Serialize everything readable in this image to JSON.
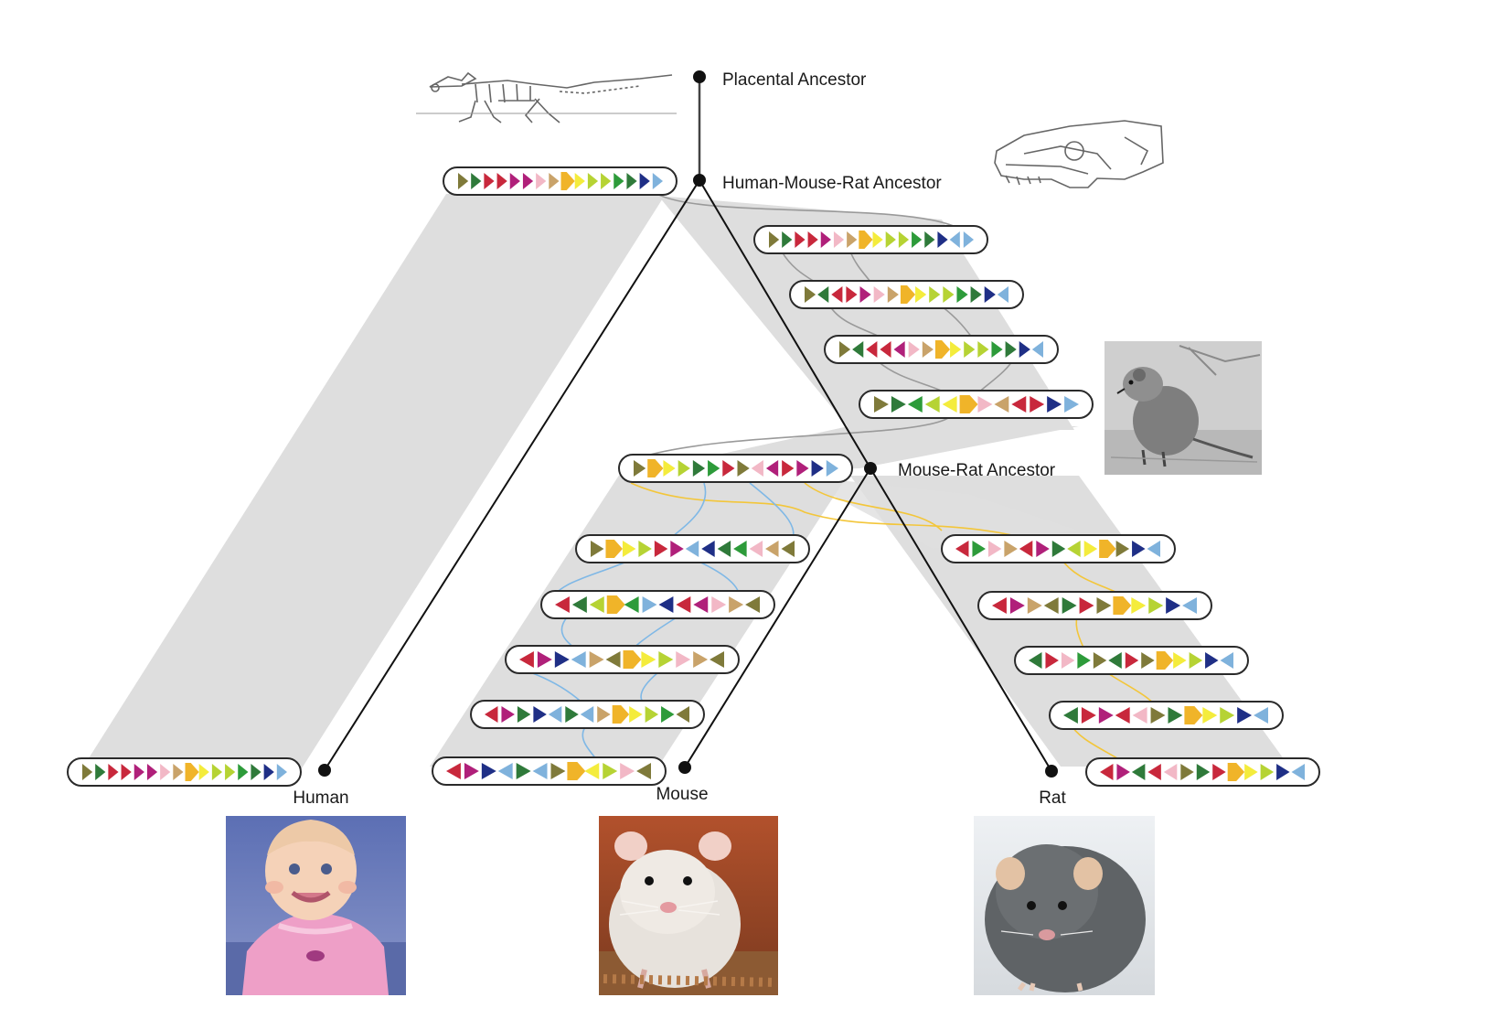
{
  "nodes": {
    "placental": "Placental Ancestor",
    "hmr": "Human-Mouse-Rat Ancestor",
    "mouse_rat": "Mouse-Rat Ancestor"
  },
  "species": {
    "human": "Human",
    "mouse": "Mouse",
    "rat": "Rat"
  },
  "palette": {
    "olive": "#7f7a3a",
    "darkgreen": "#2f7a3a",
    "red": "#c8283c",
    "magenta": "#b0207a",
    "pink": "#f2b8c6",
    "tan": "#c9a36a",
    "orange": "#f0b429",
    "yellow": "#f4ec3c",
    "lime": "#b6d334",
    "green": "#2d9b3a",
    "navy": "#1f2f86",
    "lightblue": "#7fb2dc",
    "branch": "#111111",
    "synteny": "#dedede",
    "trace_grey": "#9a9a9a",
    "trace_blue": "#7fb8e6",
    "trace_yellow": "#f3c63a"
  },
  "icons": [
    "fossil-skeleton-icon",
    "fossil-skull-icon",
    "ancestral-rodent-drawing-icon",
    "human-baby-photo-icon",
    "mouse-photo-icon",
    "rat-photo-icon"
  ]
}
